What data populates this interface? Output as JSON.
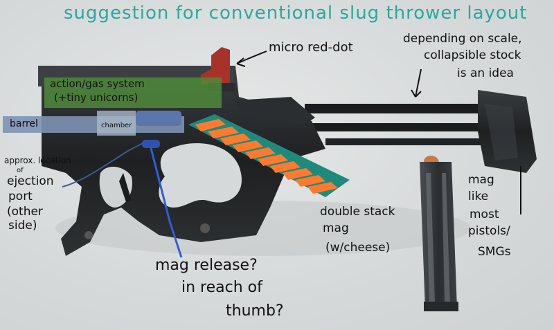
{
  "title": "suggestion for conventional slug thrower layout",
  "labels": {
    "micro_red_dot": "micro red-dot",
    "stock_note_1": "depending on scale,",
    "stock_note_2": "collapsible stock",
    "stock_note_3": "is an idea",
    "action_1": "action/gas system",
    "action_2": "(+tiny unicorns)",
    "barrel": "barrel",
    "chamber": "chamber",
    "ejection_1": "approx. location",
    "ejection_2": "of",
    "ejection_3": "ejection",
    "ejection_4": "port",
    "ejection_5": "(other",
    "ejection_6": "side)",
    "double_mag_1": "double stack",
    "double_mag_2": "mag",
    "double_mag_3": "(w/cheese)",
    "pistol_mag_1": "mag",
    "pistol_mag_2": "like",
    "pistol_mag_3": "most",
    "pistol_mag_4": "pistols/",
    "pistol_mag_5": "SMGs",
    "mag_release_1": "mag release?",
    "mag_release_2": "in reach of",
    "mag_release_3": "thumb?"
  },
  "colors": {
    "title": "#2aa8a0",
    "action_box": "#4f8a3a",
    "barrel_box": "#7d92b3",
    "chamber_box": "#5a76aa",
    "mag_body": "#1f8a7c",
    "rounds": "#ff7a2e",
    "red_dot": "#a8322a",
    "mag_release_line": "#2e5fd6"
  }
}
